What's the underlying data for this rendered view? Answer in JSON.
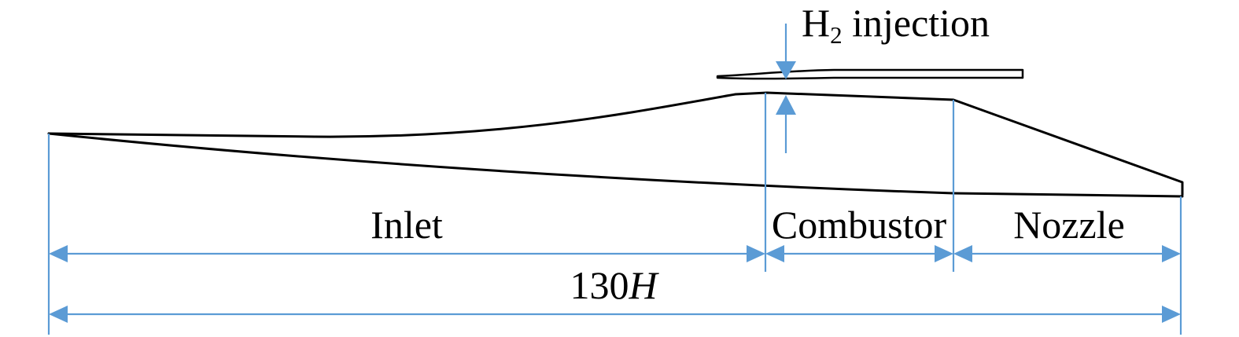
{
  "labels": {
    "injection_prefix": "H",
    "injection_subscript": "2",
    "injection_suffix": " injection",
    "inlet": "Inlet",
    "combustor": "Combustor",
    "nozzle": "Nozzle",
    "total_length_number": "130",
    "total_length_symbol": "H"
  },
  "colors": {
    "outline": "#000000",
    "dimension": "#5b9bd5",
    "background": "#ffffff"
  }
}
